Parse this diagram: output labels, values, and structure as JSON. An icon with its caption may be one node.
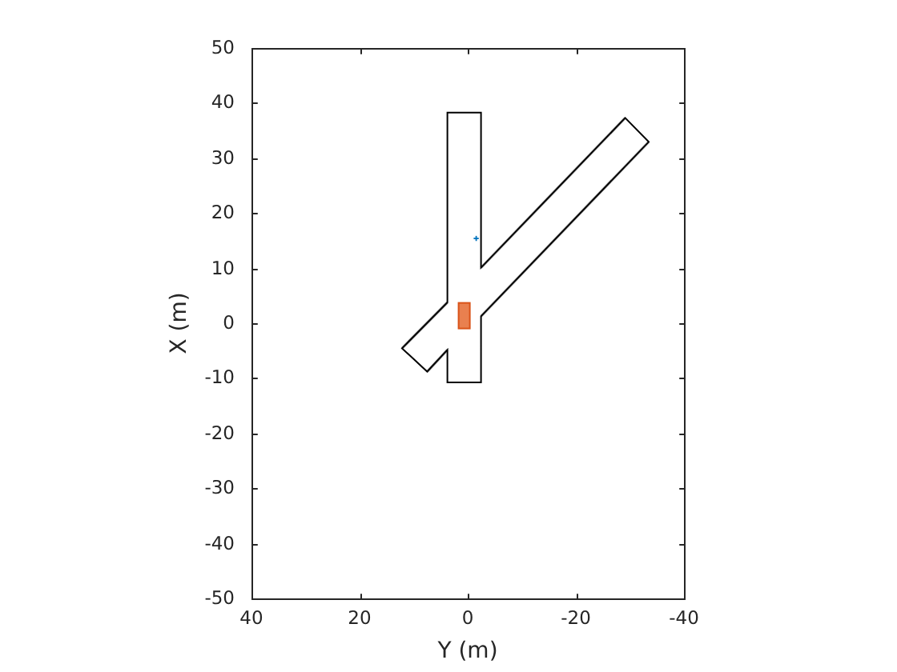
{
  "diagram": {
    "chart_data": {
      "type": "line",
      "xlabel": "Y (m)",
      "ylabel": "X (m)",
      "xlim": [
        40,
        -40
      ],
      "ylim": [
        -50,
        50
      ],
      "xticks": [
        40,
        20,
        0,
        -20,
        -40
      ],
      "yticks": [
        50,
        40,
        30,
        20,
        10,
        0,
        -10,
        -20,
        -30,
        -40,
        -50
      ]
    }
  }
}
